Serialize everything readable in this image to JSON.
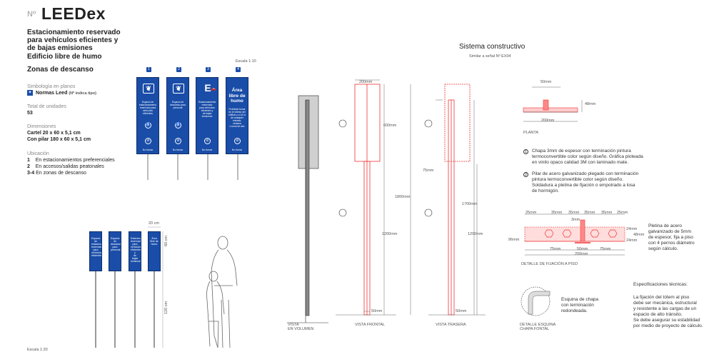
{
  "header": {
    "no": "Nº",
    "title": "LEEDex"
  },
  "headings": {
    "main": "Estacionamiento reservado\npara vehículos eficientes y\nde bajas emisiones",
    "second": "Edificio libre de humo",
    "third": "Zonas de descanso"
  },
  "specs": {
    "simbologia_label": "Simbología en planos",
    "simbologia_value": "Normas Leed",
    "simbologia_note": "(Nº indica tipo)",
    "total_label": "Total de unidades",
    "total_value": "53",
    "dim_label": "Dimensiones",
    "dim_1": "Cartel 20 x 60 x 5,1 cm",
    "dim_2": "Con pilar 180 x 60 x 5,1 cm",
    "ubic_label": "Ubicación",
    "ubic": [
      {
        "n": "1",
        "t": "En estacionamientos preferenciales"
      },
      {
        "n": "2",
        "t": "En accesos/salidas peatonales"
      },
      {
        "n": "3-4",
        "t": "En zonas de descanso"
      }
    ]
  },
  "scale_top": "Escala 1:10",
  "scale_bottom": "Escala 1:20",
  "signs": [
    {
      "num": "1",
      "icon": "leaf",
      "text": "Espacio de\nestacionamiento\nreservado para\nvehículos\neficientes",
      "footer": "No fumar"
    },
    {
      "num": "2",
      "icon": "leaf",
      "text": "Espacio de\ndescanso para\npersonal",
      "footer": "No fumar"
    },
    {
      "num": "3",
      "icon": "E",
      "text": "Estacionamiento\nreservado\npara vehículos\neficientes y\nde bajas\nemisiones",
      "footer": "No fumar"
    },
    {
      "num": "4",
      "big": "Área\nlibre de\nhumo",
      "text": "Prohibido fumar\nen el interior del\nedificio y a 15 m\nde cualquier\nentrada, ventana\no toma de aire",
      "footer": "No fumar"
    }
  ],
  "small_dims": {
    "w": "20 cm",
    "h1": "60 cm",
    "h2": "120 cm"
  },
  "constr": {
    "title": "Sistema constructivo",
    "subtitle": "Similar a señal Nº EX04",
    "views": [
      "VISTA\nEN VOLUMEN",
      "VISTA FRONTAL",
      "VISTA TRASERA",
      "PLANTA",
      "DETALLE DE FIJACIÓN A PISO",
      "DETALLE ESQUINA\nCHAPA FONTAL"
    ],
    "dims": {
      "d200": "200mm",
      "d600": "600mm",
      "d1800": "1800mm",
      "d1200": "1200mm",
      "d50": "50mm",
      "d75": "75mm",
      "d1700": "1700mm",
      "d50b": "50mm",
      "d48": "48mm",
      "d200b": "200mm",
      "d1200b": "1200mm",
      "d50c": "50mm"
    },
    "notes": [
      {
        "n": "1",
        "t": "Chapa 3mm de espesor con terminación pintura\ntermoconvertible color según diseño. Gráfica ploteada\nen vinilo opaco calidad 3M con laminado mate."
      },
      {
        "n": "2",
        "t": "Pilar de acero galvanizado plegado con terminación\npintura termoconvertible color según diseño.\nSoldadura a pletina de fijación o empotrado a losa\nde hormigón."
      }
    ],
    "pletina": "Pletina de acero\ngalvanizado de 5mm\nde espesor, fija a piso\ncon 4 pernos diámetro\nsegún cálculo.",
    "esquina": "Esquina de chapa\ncon terminación\nredondeada.",
    "esp_title": "Especificaciones técnicas:",
    "esp_text": "La fijación del tótem al piso\ndebe ser mecánica, estructural\ny resistente a las cargas de un\nespacio de alto tránsito.\nSe debe asegurar su estabilidad\npor medio de proyecto de cálculo.",
    "fix_dims": {
      "a": "25mm",
      "b": "35mm",
      "c": "35mm",
      "d": "35mm",
      "e": "35mm",
      "f": "25mm",
      "g": "3mm",
      "h": "75mm",
      "i": "50mm",
      "j": "75mm",
      "k": "200mm",
      "l": "96mm",
      "m": "24mm",
      "n": "48mm",
      "o": "24mm"
    }
  }
}
